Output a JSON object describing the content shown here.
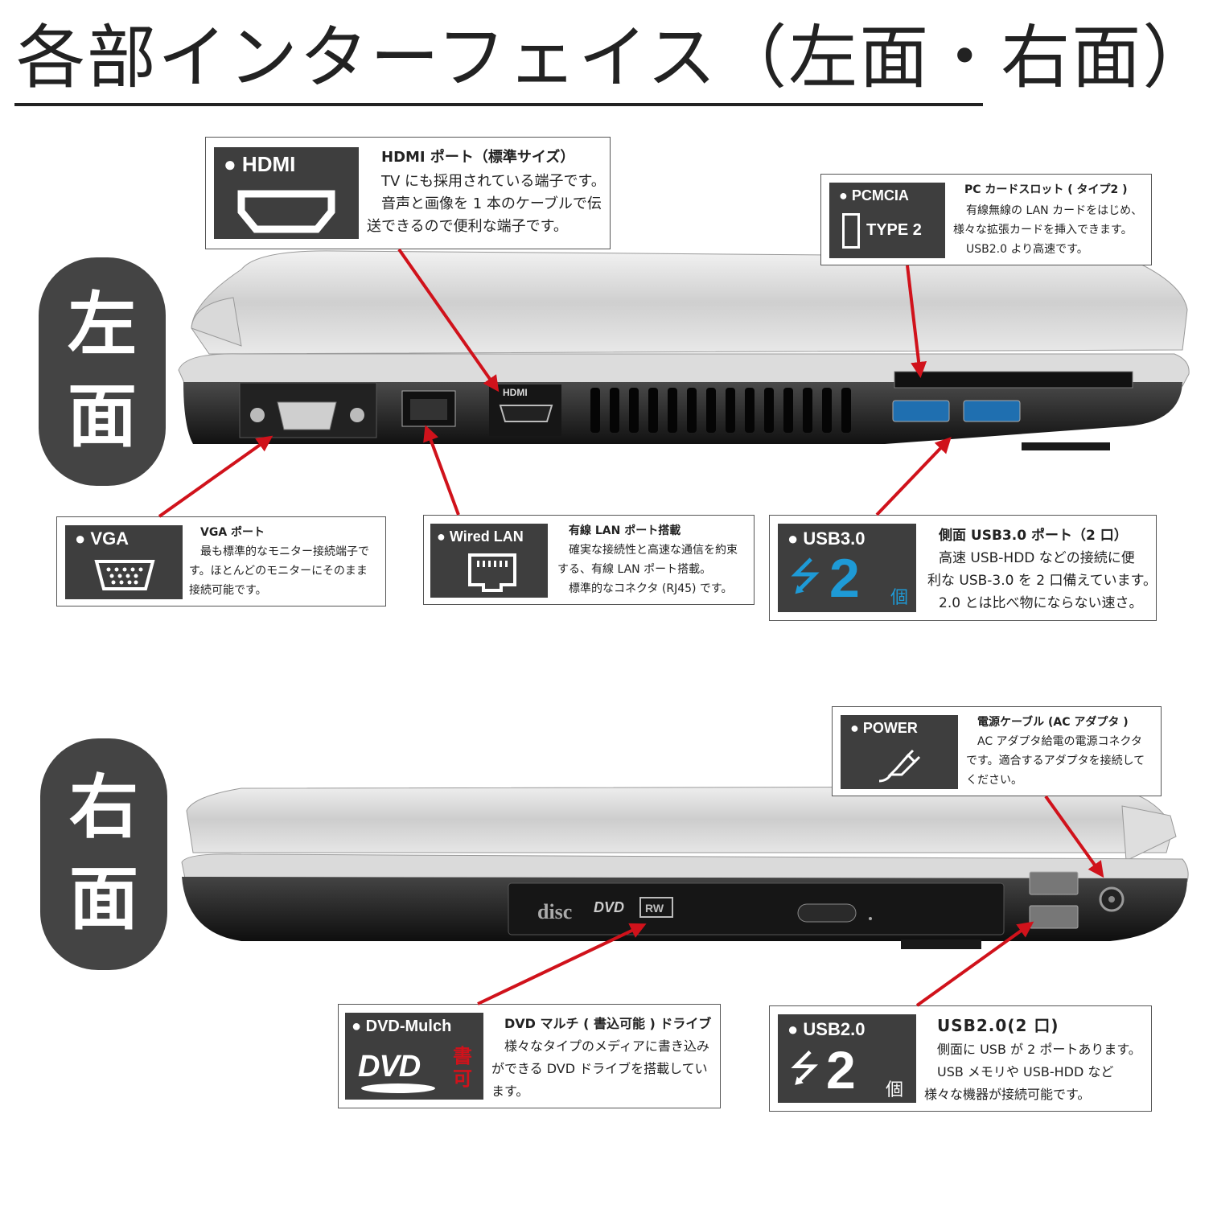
{
  "title": "各部インターフェイス（左面・右面）",
  "left_side": {
    "label_top": "左",
    "label_bottom": "面",
    "laptop_image": "laptop-left-side-photo"
  },
  "right_side": {
    "label_top": "右",
    "label_bottom": "面",
    "laptop_image": "laptop-right-side-photo"
  },
  "callouts": {
    "hdmi": {
      "badge": "● HDMI",
      "icon": "hdmi-port-icon",
      "heading": "HDMI ポート（標準サイズ）",
      "lines": [
        "TV にも採用されている端子です。",
        "音声と画像を 1 本のケーブルで伝",
        "送できるので便利な端子です。"
      ]
    },
    "pcmcia": {
      "badge": "● PCMCIA",
      "icon_text": "TYPE 2",
      "heading": "PC カードスロット ( タイプ2 )",
      "lines": [
        "有線無線の LAN カードをはじめ、",
        "様々な拡張カードを挿入できます。",
        "USB2.0 より高速です。"
      ]
    },
    "vga": {
      "badge": "● VGA",
      "icon": "vga-port-icon",
      "heading": "VGA ポート",
      "lines": [
        "最も標準的なモニター接続端子で",
        "す。ほとんどのモニターにそのまま",
        "接続可能です。"
      ]
    },
    "lan": {
      "badge": "● Wired LAN",
      "icon": "lan-port-icon",
      "heading": "有線 LAN ポート搭載",
      "lines": [
        "確実な接続性と高速な通信を約束",
        "する、有線 LAN ポート搭載。",
        "標準的なコネクタ (RJ45) です。"
      ]
    },
    "usb3": {
      "badge": "● USB3.0",
      "icon": "usb-icon",
      "count": "2",
      "unit": "個",
      "heading": "側面 USB3.0 ポート（2 口）",
      "lines": [
        "高速 USB-HDD などの接続に便",
        "利な USB-3.0 を 2 口備えています。",
        "2.0 とは比べ物にならない速さ。"
      ]
    },
    "power": {
      "badge": "● POWER",
      "icon": "power-plug-icon",
      "heading": "電源ケーブル (AC アダプタ )",
      "lines": [
        "AC アダプタ給電の電源コネクタ",
        "です。適合するアダプタを接続して",
        "ください。"
      ]
    },
    "dvd": {
      "badge": "● DVD-Mulch",
      "logo_text": "DVD",
      "write_top": "書",
      "write_bottom": "可",
      "heading": "DVD マルチ ( 書込可能 ) ドライブ",
      "lines": [
        "様々なタイプのメディアに書き込み",
        "ができる DVD ドライブを搭載してい",
        "ます。"
      ]
    },
    "usb2": {
      "badge": "● USB2.0",
      "icon": "usb-icon",
      "count": "2",
      "unit": "個",
      "heading": "USB2.0(2 口)",
      "lines": [
        "側面に USB が 2 ポートあります。",
        "USB メモリや USB-HDD など",
        "様々な機器が接続可能です。"
      ]
    }
  },
  "colors": {
    "arrow": "#d0121b",
    "badge_bg": "#3e3e3e",
    "usb3_accent": "#1e9ad6",
    "write_red": "#d0121b"
  }
}
